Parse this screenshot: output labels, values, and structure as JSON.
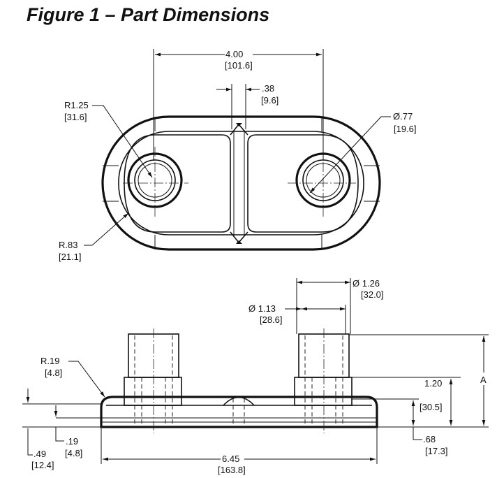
{
  "figure": {
    "title": "Figure 1 – Part Dimensions"
  },
  "top_view": {
    "overall_width": {
      "main": "4.00",
      "metric": "[101.6]"
    },
    "rib_width": {
      "main": ".38",
      "metric": "[9.6]"
    },
    "end_radius": {
      "main": "R1.25",
      "metric": "[31.6]"
    },
    "hole_diameter": {
      "main": "Ø.77",
      "metric": "[19.6]"
    },
    "corner_radius": {
      "main": "R.83",
      "metric": "[21.1]"
    }
  },
  "side_view": {
    "boss_outer_diameter": {
      "main": "Ø 1.26",
      "metric": "[32.0]"
    },
    "boss_inner_diameter": {
      "main": "Ø 1.13",
      "metric": "[28.6]"
    },
    "fillet_radius": {
      "main": "R.19",
      "metric": "[4.8]"
    },
    "boss_height": {
      "main": "1.20",
      "metric": "[30.5]"
    },
    "overall_height_label": "A",
    "base_thickness": {
      "main": ".49",
      "metric": "[12.4]"
    },
    "flange_thickness": {
      "main": ".19",
      "metric": "[4.8]"
    },
    "plate_height": {
      "main": ".68",
      "metric": "[17.3]"
    },
    "overall_length": {
      "main": "6.45",
      "metric": "[163.8]"
    }
  }
}
